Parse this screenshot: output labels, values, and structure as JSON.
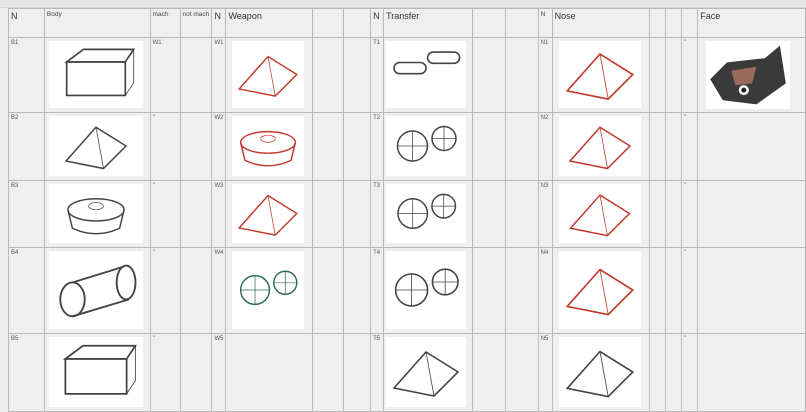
{
  "headers": {
    "n1": "N",
    "body": "Body",
    "mach": "mach",
    "not_mach": "not mach",
    "n2": "N",
    "weapon": "Weapon",
    "n3": "N",
    "transfer": "Transfer",
    "n4": "N",
    "nose": "Nose",
    "face": "Face"
  },
  "rows": [
    {
      "body_id": "B1",
      "mach": "W1",
      "weapon_id": "W1",
      "transfer_id": "T1",
      "nose_id": "N1",
      "nose_extra": "\"",
      "body_img": "box-body-sketch",
      "weapon_img": "red-claw-sketch",
      "transfer_img": "tank-tracks-sketch",
      "nose_img": "red-bracket-sketch",
      "face_img": "robot-face-render"
    },
    {
      "body_id": "B2",
      "mach": "\"",
      "weapon_id": "W2",
      "transfer_id": "T2",
      "nose_id": "N2",
      "nose_extra": "\"",
      "body_img": "twin-pod-body-sketch",
      "weapon_img": "saw-blade-sketch",
      "transfer_img": "gears-sketch",
      "nose_img": "red-scoop-sketch"
    },
    {
      "body_id": "B3",
      "mach": "\"",
      "weapon_id": "W3",
      "transfer_id": "T3",
      "nose_id": "N3",
      "nose_extra": "\"",
      "body_img": "round-body-sketch",
      "weapon_img": "pickaxe-sketch",
      "transfer_img": "spoked-wheels-sketch",
      "nose_img": "red-ramp-sketch"
    },
    {
      "body_id": "B4",
      "mach": "\"",
      "weapon_id": "W4",
      "transfer_id": "T4",
      "nose_id": "N4",
      "nose_extra": "\"",
      "body_img": "cylinder-body-sketch",
      "weapon_img": "gear-arm-render",
      "transfer_img": "tires-sketch",
      "nose_img": "red-wedge-sketch"
    },
    {
      "body_id": "B5",
      "mach": "\"",
      "weapon_id": "W5",
      "transfer_id": "T5",
      "nose_id": "N5",
      "nose_extra": "\"",
      "body_img": "fan-box-body-sketch",
      "weapon_img": "",
      "transfer_img": "walker-legs-sketch",
      "nose_img": "spike-nose-sketch"
    }
  ],
  "colors": {
    "sketch": "#444444",
    "red_sketch": "#c0392b",
    "accent_green": "#2e6b4f",
    "grid": "#b9b9b9"
  }
}
